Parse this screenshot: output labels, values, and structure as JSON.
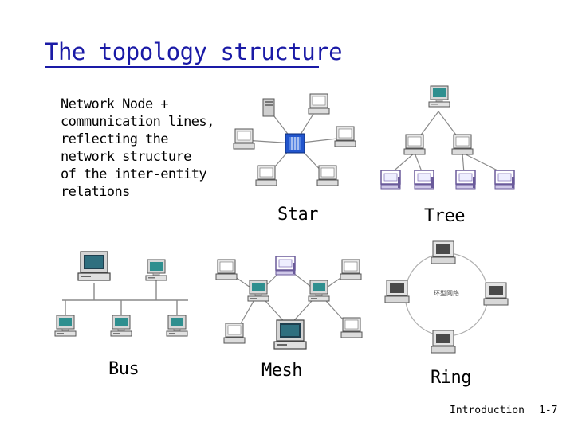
{
  "title": "The topology structure",
  "description": "Network Node + communication lines, reflecting the network structure of the inter-entity relations",
  "description_lines": [
    "Network Node +",
    "communication lines,",
    "reflecting the",
    "network structure",
    "of the inter-entity",
    "relations"
  ],
  "topologies": {
    "star": "Star",
    "tree": "Tree",
    "bus": "Bus",
    "mesh": "Mesh",
    "ring": "Ring"
  },
  "ring_center_text": "环型网络",
  "footer": {
    "section": "Introduction",
    "page": "1-7"
  },
  "colors": {
    "title": "#1a1aa6",
    "screen_teal": "#2f8f8f",
    "hub_blue": "#2255cc",
    "line": "#8a8a8a"
  }
}
